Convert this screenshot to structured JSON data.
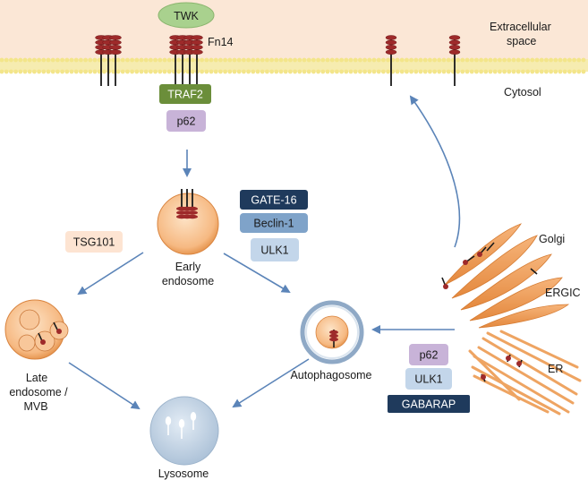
{
  "regions": {
    "extracellular": [
      "Extracellular",
      "space"
    ],
    "cytosol": "Cytosol"
  },
  "ligand": "TWK",
  "receptor": "Fn14",
  "adaptors": {
    "traf2": "TRAF2",
    "p62_top": "p62"
  },
  "endosome_factors": [
    "GATE-16",
    "Beclin-1",
    "ULK1"
  ],
  "tsg101": "TSG101",
  "er_factors": [
    "p62",
    "ULK1",
    "GABARAP"
  ],
  "compartments": {
    "early_endosome": [
      "Early",
      "endosome"
    ],
    "late_endosome": [
      "Late",
      "endosome /",
      "MVB"
    ],
    "autophagosome": "Autophagosome",
    "lysosome": "Lysosome",
    "golgi": "Golgi",
    "ergic": "ERGIC",
    "er": "ER"
  },
  "colors": {
    "extracellular_bg": "#fbe7d6",
    "membrane": "#f3e58a",
    "receptor": "#9e2a2a",
    "traf2": "#6b8e3a",
    "p62": "#c8b3d8",
    "gate16": "#1f3a5c",
    "beclin1": "#7fa3c9",
    "ulk1": "#c3d6ea",
    "tsg101": "#fde4d2",
    "gabarap": "#1f3a5c",
    "arrow": "#5b84b8",
    "organelle": "#f0a965"
  }
}
